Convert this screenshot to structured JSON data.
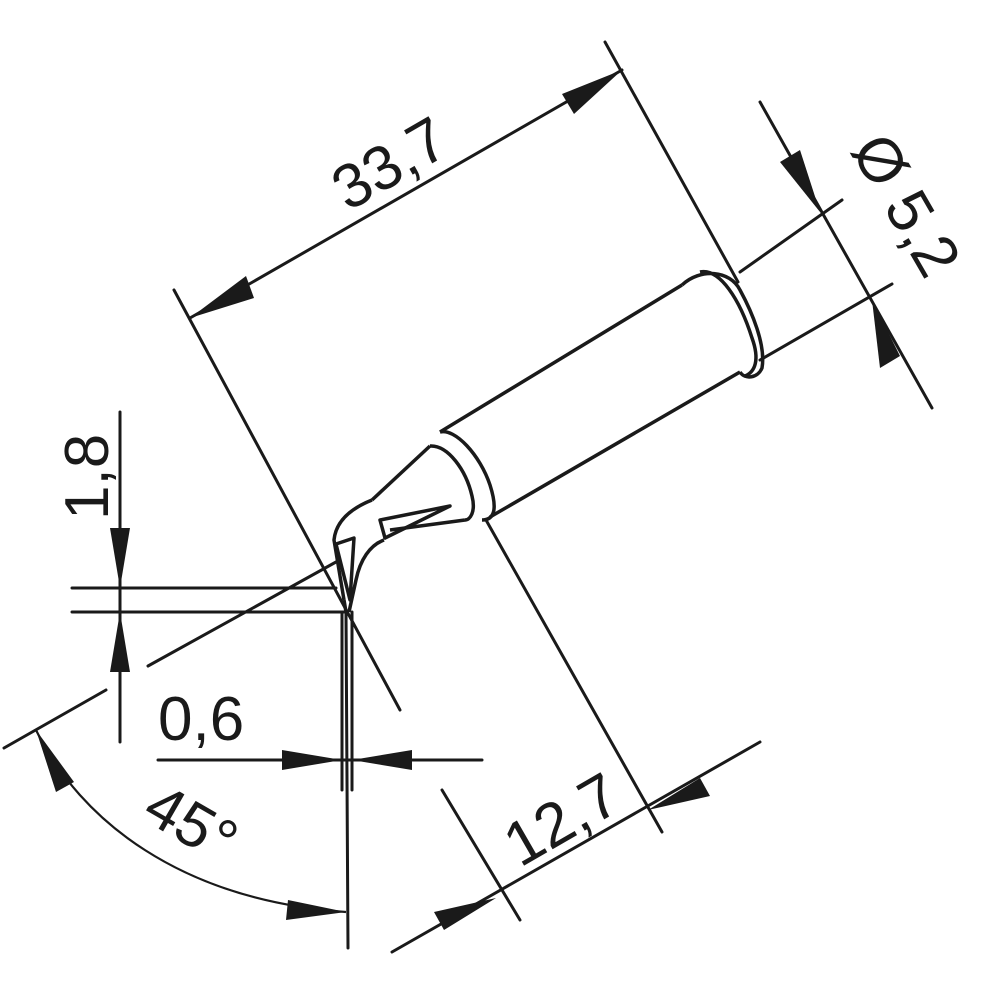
{
  "drawing": {
    "dimensions": {
      "overall_length": "33,7",
      "diameter": "Ø 5,2",
      "tip_offset": "1,8",
      "tip_width": "0,6",
      "bend_length": "12,7",
      "bend_angle": "45°"
    },
    "line_color": "#1a1a1a",
    "background": "#ffffff"
  }
}
